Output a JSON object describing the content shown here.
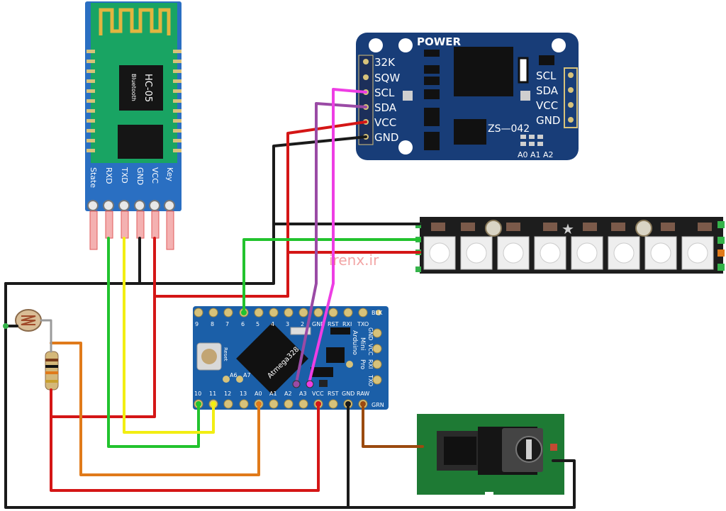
{
  "bluetooth": {
    "model": "HC-05",
    "sub": "Bluetooth",
    "pins": [
      "State",
      "RXD",
      "TXD",
      "GND",
      "VCC",
      "Key"
    ]
  },
  "rtc": {
    "power_label": "POWER",
    "model": "ZS—042",
    "left_pins": [
      "32K",
      "SQW",
      "SCL",
      "SDA",
      "VCC",
      "GND"
    ],
    "right_pins": [
      "SCL",
      "SDA",
      "VCC",
      "GND"
    ],
    "addr_pins": [
      "A0",
      "A1",
      "A2"
    ]
  },
  "arduino": {
    "chip": "Atmega328",
    "name_lines": [
      "Arduino",
      "Mini",
      "Pro"
    ],
    "reset": "Reset",
    "top_pins": [
      "9",
      "8",
      "7",
      "6",
      "5",
      "4",
      "3",
      "2",
      "GND",
      "RST",
      "RXI",
      "TXO"
    ],
    "top_right": "BLK",
    "right_pins": [
      "GND",
      "VCC",
      "RXI",
      "TXO"
    ],
    "inner_pins": [
      "A6",
      "A7"
    ],
    "bottom_pins": [
      "10",
      "11",
      "12",
      "13",
      "A0",
      "A1",
      "A2",
      "A3",
      "VCC",
      "RST",
      "GND",
      "RAW"
    ],
    "bottom_right": "GRN"
  },
  "watermark": "irenx.ir",
  "colors": {
    "board_blue": "#1b5fa8",
    "rtc_blue": "#183d78",
    "bt_blue": "#2a6fc2",
    "bt_green": "#19a463",
    "strip": "#1d1d1d",
    "jack_board": "#1e7a34",
    "wire_black": "#1a1a1a",
    "wire_red": "#d41616",
    "wire_green": "#22c32e",
    "wire_yellow": "#f2ee12",
    "wire_orange": "#e07a1a",
    "wire_purple": "#9a4aa5",
    "wire_pink": "#ee3ee4",
    "wire_brown": "#9b4a0f"
  }
}
